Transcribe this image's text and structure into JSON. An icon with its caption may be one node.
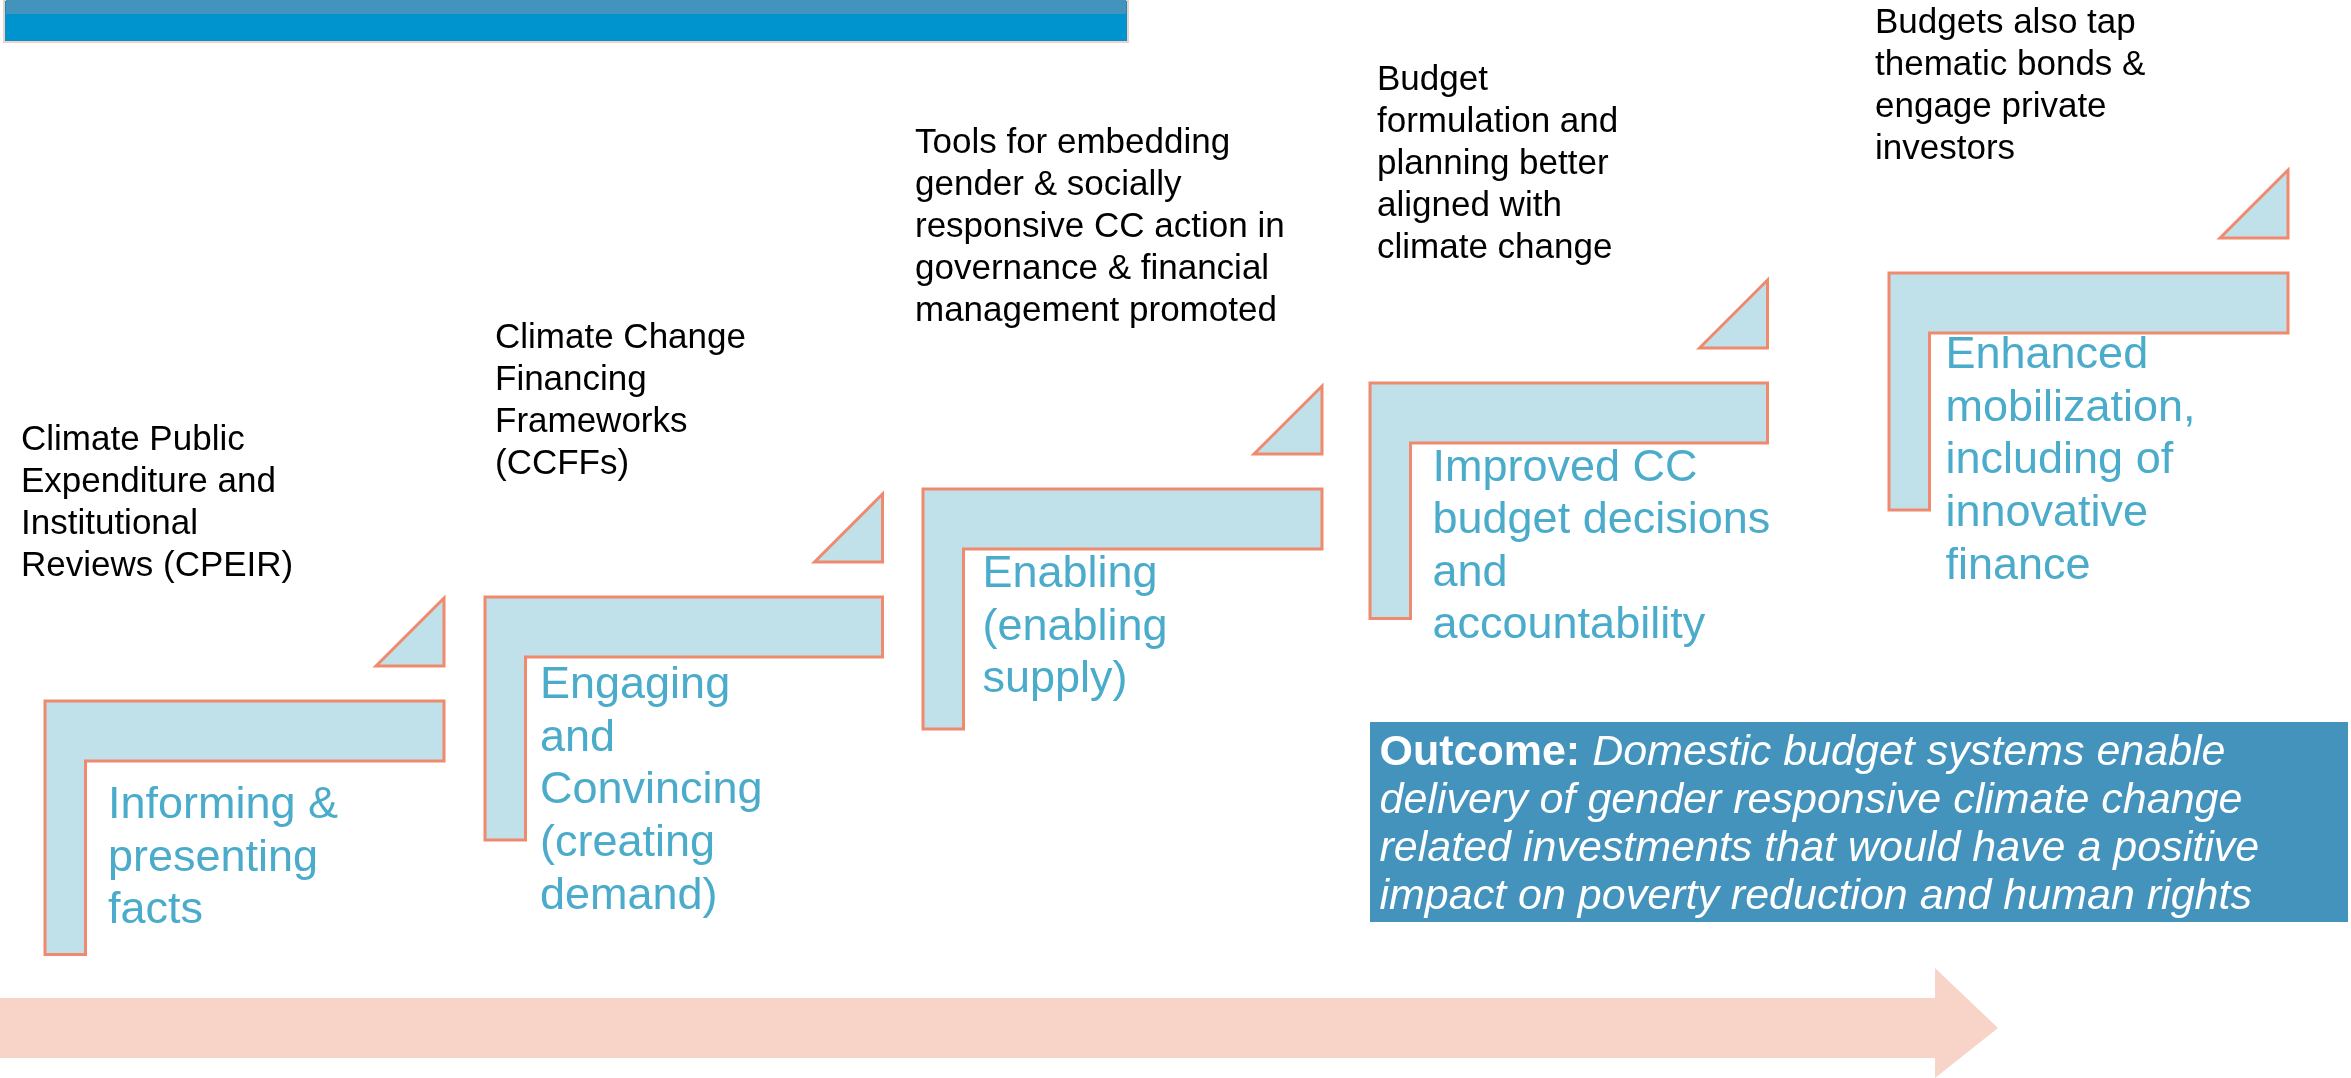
{
  "diagram": {
    "nodes": [
      {
        "text": [
          "Informing & presenting facts"
        ]
      },
      {
        "text": [
          "Engaging and Convincing (creating demand)"
        ]
      },
      {
        "text": [
          "Enabling (enabling supply)"
        ]
      },
      {
        "text": [
          "Improved CC budget decisions and accountability"
        ]
      },
      {
        "text": [
          "Enhanced mobilization, including  of innovative finance"
        ]
      },
      {
        "text": [
          "**Outcome:** *Domestic budget systems enable delivery of gender responsive climate change related investments that would have a positive impact on poverty reduction and human rights*"
        ]
      }
    ],
    "labels": [
      "Climate Public Expenditure and Institutional Reviews (CPEIR)",
      "Climate Change Financing Frameworks (CCFFs)",
      "Tools for embedding gender & socially responsive CC action in governance & financial management promoted",
      "Budget formulation and planning better aligned with climate change",
      "Budgets also tap thematic bonds & engage private investors"
    ]
  }
}
